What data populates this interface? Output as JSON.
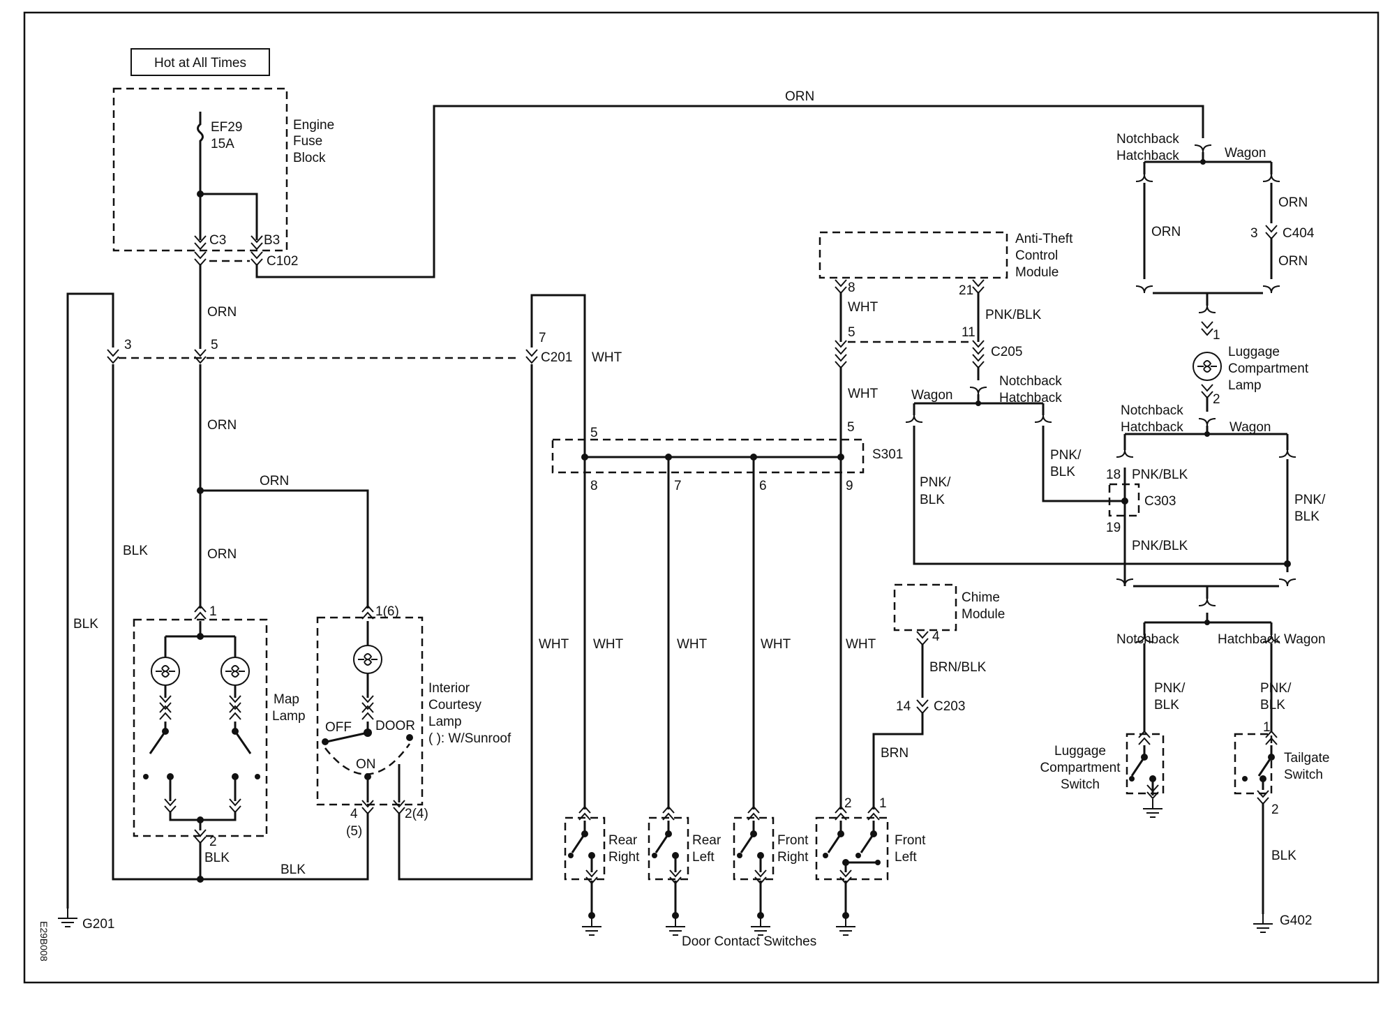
{
  "source": {
    "label": "Hot at All Times"
  },
  "fuse_block": {
    "fuse": "EF29",
    "rating": "15A",
    "title": [
      "Engine",
      "Fuse",
      "Block"
    ]
  },
  "connectors": {
    "c3": "C3",
    "b3": "B3",
    "c102": "C102",
    "c201": "C201",
    "c205": "C205",
    "c404": "C404",
    "c303": "C303",
    "c203": "C203",
    "s301": "S301"
  },
  "pins": {
    "p1": "1",
    "p2": "2",
    "p3": "3",
    "p4": "4",
    "p5": "5",
    "p6": "6",
    "p7": "7",
    "p8": "8",
    "p9": "9",
    "p11": "11",
    "p14": "14",
    "p18": "18",
    "p19": "19",
    "p21": "21",
    "p1_6": "1(6)",
    "p2_4": "2(4)",
    "p_5": "(5)"
  },
  "wire_colors": {
    "orn": "ORN",
    "blk": "BLK",
    "wht": "WHT",
    "pnk_blk": "PNK/BLK",
    "pnk": "PNK/",
    "blk2": "BLK",
    "brn_blk": "BRN/BLK",
    "brn": "BRN"
  },
  "modules": {
    "anti_theft": [
      "Anti-Theft",
      "Control",
      "Module"
    ],
    "chime": [
      "Chime",
      "Module"
    ],
    "luggage_lamp": [
      "Luggage",
      "Compartment",
      "Lamp"
    ],
    "map_lamp": [
      "Map",
      "Lamp"
    ],
    "courtesy_lamp": [
      "Interior",
      "Courtesy",
      "Lamp",
      "(   ): W/Sunroof"
    ],
    "luggage_switch": [
      "Luggage",
      "Compartment",
      "Switch"
    ],
    "tailgate_switch": [
      "Tailgate",
      "Switch"
    ]
  },
  "courtesy_switch": {
    "off": "OFF",
    "door": "DOOR",
    "on": "ON"
  },
  "variants": {
    "notchback": "Notchback",
    "hatchback": "Hatchback",
    "wagon": "Wagon",
    "hatchback_wagon": "Hatchback Wagon"
  },
  "door_switches": {
    "rear_right": [
      "Rear",
      "Right"
    ],
    "rear_left": [
      "Rear",
      "Left"
    ],
    "front_right": [
      "Front",
      "Right"
    ],
    "front_left": [
      "Front",
      "Left"
    ],
    "caption": "Door Contact  Switches"
  },
  "grounds": {
    "g201": "G201",
    "g402": "G402"
  },
  "figure_id": "E29B008"
}
